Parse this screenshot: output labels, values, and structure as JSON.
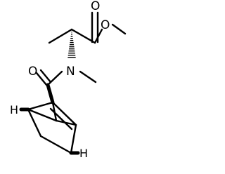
{
  "atoms": {
    "carbonyl_oxygen_ester": "O",
    "ester_oxygen": "O",
    "amide_nitrogen": "N",
    "amide_oxygen": "O",
    "bridgehead_hydrogen_left": "H",
    "bridgehead_hydrogen_right": "H"
  }
}
